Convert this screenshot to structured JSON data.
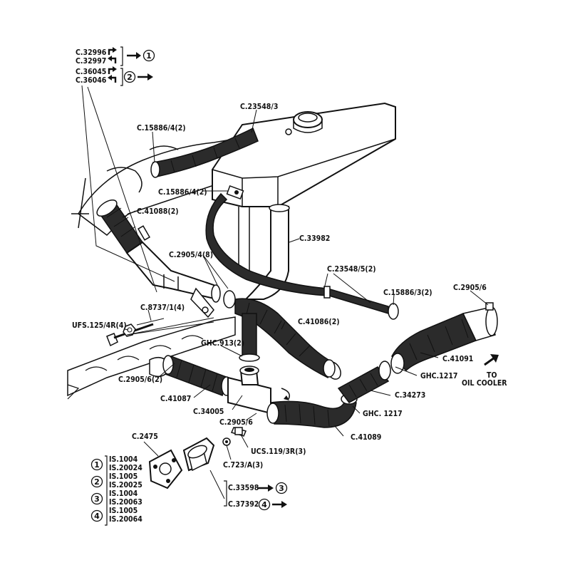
{
  "figure": {
    "variants": [
      {
        "code": "C.32996",
        "arrow": "right"
      },
      {
        "code": "C.32997",
        "arrow": "left"
      },
      {
        "code": "C.36045",
        "arrow": "right"
      },
      {
        "code": "C.36046",
        "arrow": "left"
      }
    ],
    "variant_refs": [
      "1",
      "2"
    ],
    "labels": {
      "c23548_3": "C.23548/3",
      "c15886_4_top": "C.15886/4(2)",
      "c15886_4_mid": "C.15886/4(2)",
      "c41088": "C.41088(2)",
      "c33982": "C.33982",
      "c2905_4": "C.2905/4(8)",
      "c23548_5": "C.23548/5(2)",
      "c15886_3": "C.15886/3(2)",
      "c2905_6_right": "C.2905/6",
      "c8737": "C.8737/1(4)",
      "ufs125": "UFS.125/4R(4)",
      "c41086": "C.41086(2)",
      "ghc913": "GHC.913(2)",
      "c41091": "C.41091",
      "ghc1217_a": "GHC.1217",
      "c2905_6_left": "C.2905/6(2)",
      "c41087": "C.41087",
      "c34273": "C.34273",
      "c34005": "C.34005",
      "ghc1217_b": "GHC. 1217",
      "c2905_6_bottom": "C.2905/6",
      "c41089": "C.41089",
      "ucs119": "UCS.119/3R(3)",
      "c2475": "C.2475",
      "c723": "C.723/A(3)",
      "c33598": "C.33598",
      "c37392": "C.37392",
      "to_oil_cooler_1": "TO",
      "to_oil_cooler_2": "OIL COOLER"
    },
    "ref_33598": "3",
    "ref_37392": "4",
    "legend": [
      {
        "ref": "1",
        "items": [
          "IS.1004",
          "IS.20024"
        ]
      },
      {
        "ref": "2",
        "items": [
          "IS.1005",
          "IS.20025"
        ]
      },
      {
        "ref": "3",
        "items": [
          "IS.1004",
          "IS.20063"
        ]
      },
      {
        "ref": "4",
        "items": [
          "IS.1005",
          "IS.20064"
        ]
      }
    ]
  }
}
